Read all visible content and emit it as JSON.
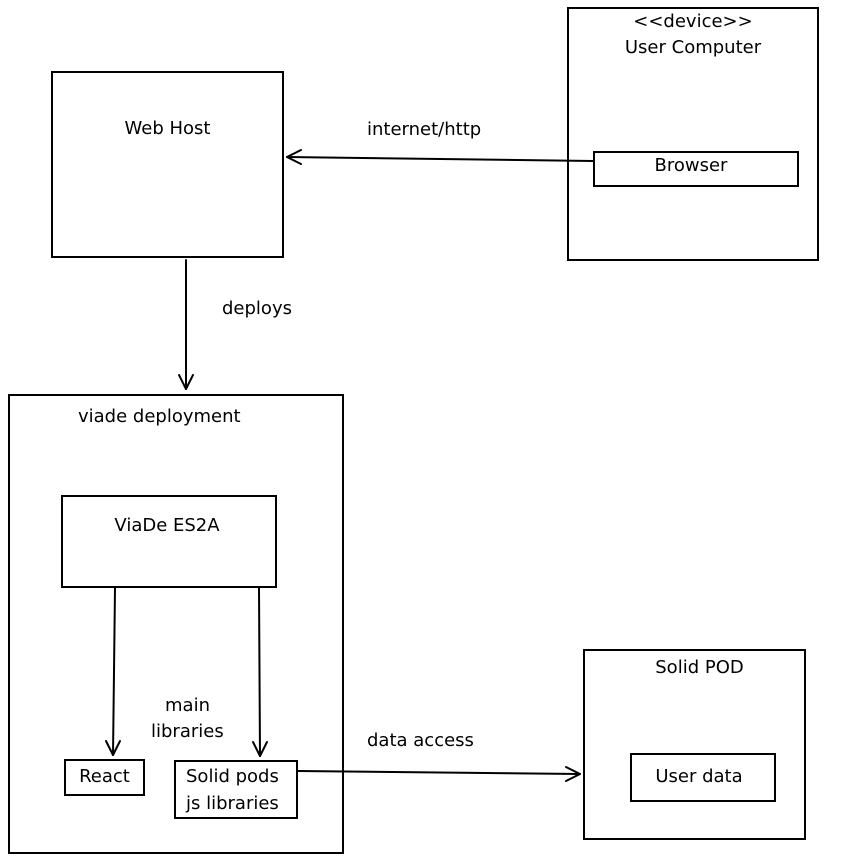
{
  "user_computer": {
    "stereotype": "<<device>>",
    "name": "User Computer"
  },
  "browser": {
    "name": "Browser"
  },
  "web_host": {
    "name": "Web Host"
  },
  "viade_deployment": {
    "name": "viade deployment"
  },
  "viade_app": {
    "name": "ViaDe ES2A"
  },
  "react": {
    "name": "React"
  },
  "solid_libs": {
    "line1": "Solid pods",
    "line2": "js libraries"
  },
  "solid_pod": {
    "name": "Solid POD"
  },
  "user_data": {
    "name": "User data"
  },
  "edges": {
    "internet": "internet/http",
    "deploys": "deploys",
    "main_libraries_1": "main",
    "main_libraries_2": "libraries",
    "data_access": "data access"
  },
  "colors": {
    "stroke": "#000000",
    "background": "#ffffff"
  }
}
